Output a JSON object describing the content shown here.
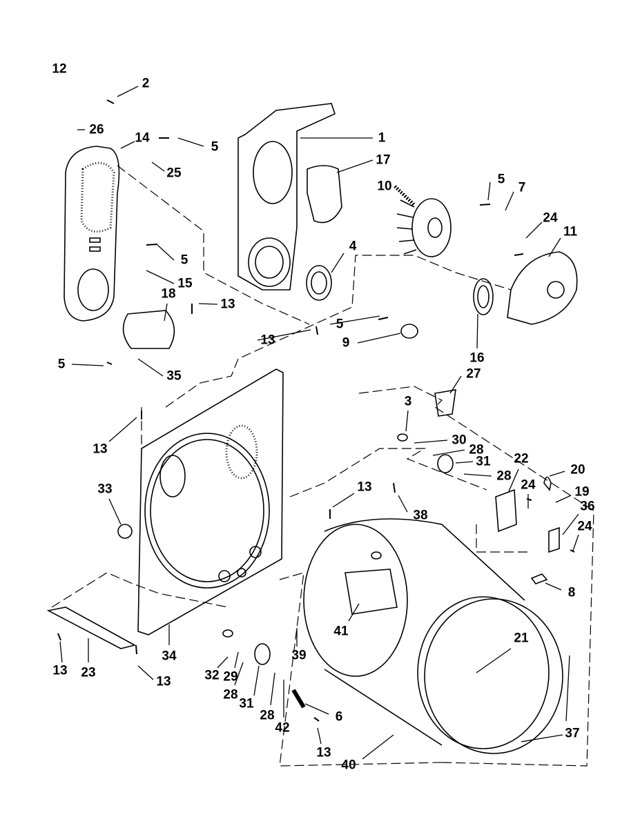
{
  "diagram": {
    "type": "exploded parts diagram",
    "line_color": "#000000",
    "background": "#ffffff",
    "callouts": [
      "12",
      "2",
      "26",
      "14",
      "5",
      "25",
      "1",
      "17",
      "10",
      "5",
      "7",
      "24",
      "11",
      "4",
      "5",
      "15",
      "18",
      "13",
      "5",
      "13",
      "9",
      "16",
      "5",
      "35",
      "27",
      "3",
      "13",
      "30",
      "28",
      "31",
      "22",
      "20",
      "28",
      "13",
      "24",
      "38",
      "19",
      "33",
      "36",
      "24",
      "8",
      "41",
      "21",
      "39",
      "34",
      "32",
      "29",
      "13",
      "23",
      "13",
      "28",
      "31",
      "28",
      "6",
      "42",
      "37",
      "13",
      "40"
    ]
  }
}
